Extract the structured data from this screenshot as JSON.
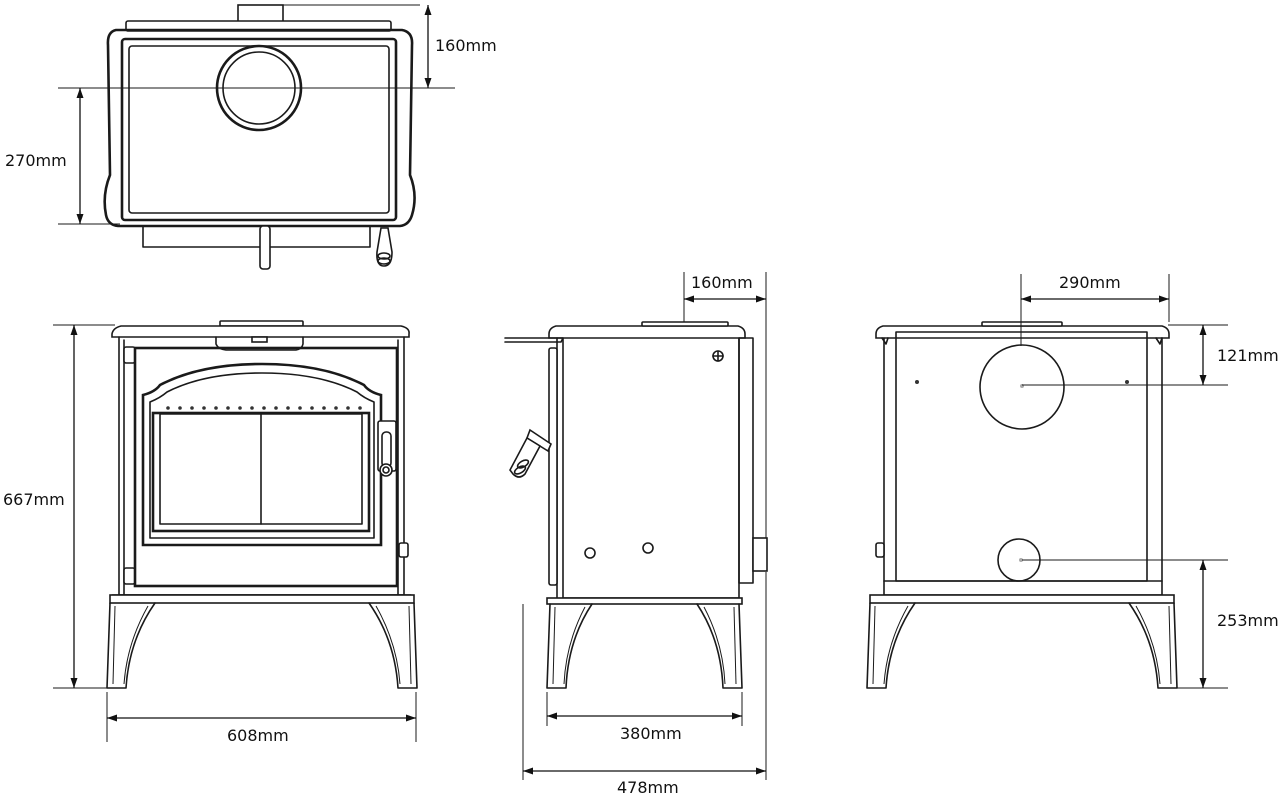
{
  "dimensions": {
    "top_flue_offset": "160mm",
    "top_depth_to_flue": "270mm",
    "front_height": "667mm",
    "front_width": "608mm",
    "side_flue_offset": "160mm",
    "side_leg_depth": "380mm",
    "side_total_depth": "478mm",
    "rear_flue_spacing": "290mm",
    "rear_top_flue_height": "121mm",
    "rear_bottom_flue_height": "253mm"
  },
  "colors": {
    "line": "#1a1a1a",
    "background": "#ffffff"
  }
}
